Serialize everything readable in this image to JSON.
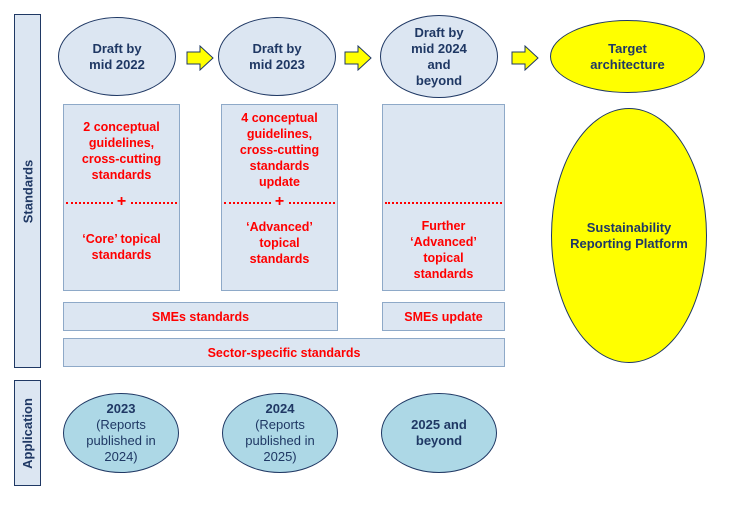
{
  "sidebar": {
    "standards_label": "Standards",
    "application_label": "Application"
  },
  "stages": [
    {
      "label": "Draft by mid 2022"
    },
    {
      "label": "Draft by mid 2023"
    },
    {
      "label": "Draft by mid 2024 and beyond"
    }
  ],
  "target": {
    "label": "Target architecture"
  },
  "platform": {
    "label": "Sustainability Reporting Platform"
  },
  "boxes": [
    {
      "top": "2 conceptual guidelines, cross-cutting standards",
      "plus": "+",
      "bottom": "‘Core’ topical standards"
    },
    {
      "top": "4 conceptual guidelines, cross-cutting standards update",
      "plus": "+",
      "bottom": "‘Advanced’ topical standards"
    },
    {
      "bottom": "Further ‘Advanced’ topical standards"
    }
  ],
  "bars": {
    "smes_standards": "SMEs standards",
    "smes_update": "SMEs update",
    "sector_specific": "Sector-specific standards"
  },
  "application": [
    {
      "year": "2023",
      "note": "(Reports published in 2024)"
    },
    {
      "year": "2024",
      "note": "(Reports published in 2025)"
    },
    {
      "label": "2025 and beyond"
    }
  ],
  "colors": {
    "navy": "#1f3864",
    "panel": "#dce6f2",
    "red": "#ff0000",
    "yellow": "#ffff00",
    "light_blue": "#add8e6"
  }
}
